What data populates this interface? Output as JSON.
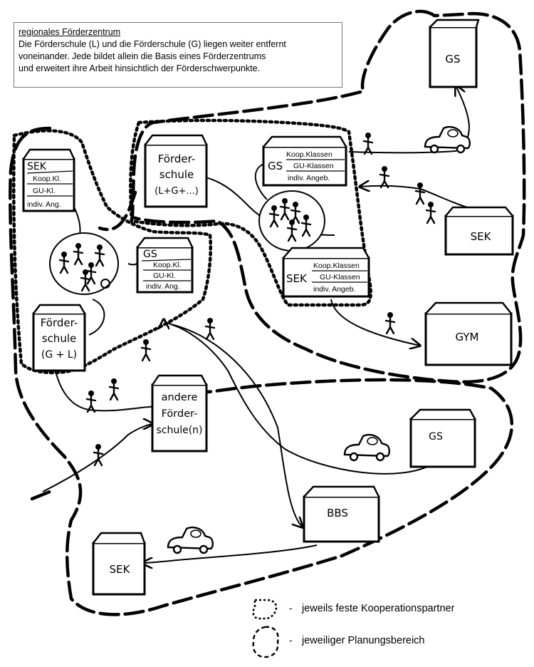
{
  "info": {
    "title": "regionales Förderzentrum",
    "lines": [
      "Die Förderschule (L) und die Förderschule (G) liegen weiter entfernt",
      "voneinander. Jede bildet allein die Basis eines Förderzentrums",
      "und erweitert ihre Arbeit hinsichtlich der Förderschwerpunkte."
    ]
  },
  "buildings": {
    "gs_top": "GS",
    "sek_right": "SEK",
    "gym": "GYM",
    "gs_lower": "GS",
    "bbs": "BBS",
    "sek_bottom": "SEK",
    "foerder_center": [
      "Förder-",
      "schule",
      "(L+G+...)"
    ],
    "gs_center": {
      "name": "GS",
      "rows": [
        "Koop.Klassen",
        "GU-Klassen",
        "indiv. Angeb."
      ]
    },
    "sek_center": {
      "name": "SEK",
      "rows": [
        "Koop.Klassen",
        "GU-Klassen",
        "indiv. Angeb."
      ]
    },
    "sek_left": {
      "name": "SEK",
      "rows": [
        "Koop.Kl.",
        "GU-Kl.",
        "indiv. Ang."
      ]
    },
    "gs_left": {
      "name": "GS",
      "rows": [
        "Koop.Kl.",
        "GU-Kl.",
        "indiv. Ang."
      ]
    },
    "foerder_left": [
      "Förder-",
      "schule",
      "(G + L)"
    ],
    "andere": [
      "andere",
      "Förder-",
      "schule(n)"
    ]
  },
  "legend": {
    "dash": "-",
    "dotted": "jeweils feste Kooperationspartner",
    "dashed": "jeweiliger Planungsbereich"
  }
}
